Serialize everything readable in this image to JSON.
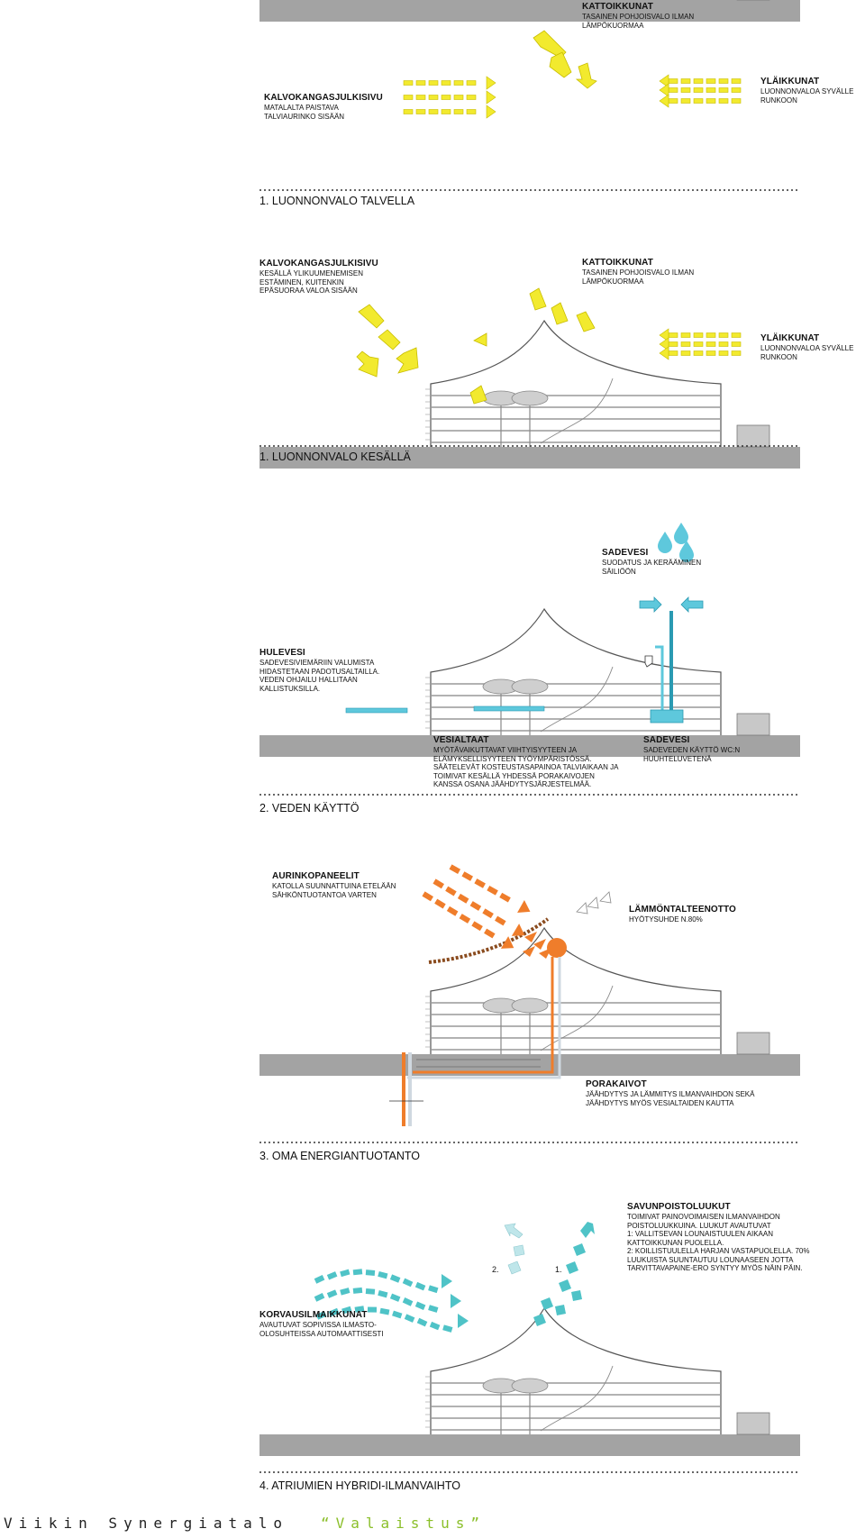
{
  "colors": {
    "ground": "#a3a3a3",
    "sunlight": "#f2ea2e",
    "sunlight_stroke": "#c8bd00",
    "water": "#5ec8dc",
    "water_dark": "#2a9ab2",
    "energy": "#ef7d2b",
    "air": "#4fc3c7",
    "air_light": "#bfe6ea",
    "footer_accent": "#8bbf2a"
  },
  "panels": [
    {
      "title": "1. LUONNONVALO TALVELLA",
      "labels": [
        {
          "heading": "KATTOIKKUNAT",
          "body": [
            "TASAINEN POHJOISVALO ILMAN",
            "LÄMPÖKUORMAA"
          ]
        },
        {
          "heading": "KALVOKANGASJULKISIVU",
          "body": [
            "MATALALTA PAISTAVA",
            "TALVIAURINKO SISÄÄN"
          ]
        },
        {
          "heading": "YLÄIKKUNAT",
          "body": [
            "LUONNONVALOA SYVÄLLE",
            "RUNKOON"
          ]
        }
      ]
    },
    {
      "title": "1. LUONNONVALO KESÄLLÄ",
      "labels": [
        {
          "heading": "KALVOKANGASJULKISIVU",
          "body": [
            "KESÄLLÄ YLIKUUMENEMISEN",
            "ESTÄMINEN, KUITENKIN",
            "EPÄSUORAA VALOA SISÄÄN"
          ]
        },
        {
          "heading": "KATTOIKKUNAT",
          "body": [
            "TASAINEN POHJOISVALO ILMAN",
            "LÄMPÖKUORMAA"
          ]
        },
        {
          "heading": "YLÄIKKUNAT",
          "body": [
            "LUONNONVALOA SYVÄLLE",
            "RUNKOON"
          ]
        }
      ]
    },
    {
      "title": "2. VEDEN KÄYTTÖ",
      "labels": [
        {
          "heading": "SADEVESI",
          "body": [
            "SUODATUS JA KERÄÄMINEN",
            "SÄILIÖÖN"
          ]
        },
        {
          "heading": "HULEVESI",
          "body": [
            "SADEVESIVIEMÄRIIN VALUMISTA",
            "HIDASTETAAN PADOTUSALTAILLA.",
            "VEDEN OHJAILU HALLITAAN",
            "KALLISTUKSILLA."
          ]
        },
        {
          "heading": "VESIALTAAT",
          "body": [
            "MYÖTÄVAIKUTTAVAT VIIHTYISYYTEEN JA",
            "ELÄMYKSELLISYYTEEN TYÖYMPÄRISTÖSSÄ.",
            "SÄÄTELEVÄT KOSTEUSTASAPAINOA TALVIAIKAAN JA",
            "TOIMIVAT KESÄLLÄ YHDESSÄ PORAKAIVOJEN",
            "KANSSA OSANA JÄÄHDYTYSJÄRJESTELMÄÄ."
          ]
        },
        {
          "heading": "SADEVESI",
          "body": [
            "SADEVEDEN KÄYTTÖ WC:N",
            "HUUHTELUVETENÄ"
          ]
        }
      ]
    },
    {
      "title": "3. OMA ENERGIANTUOTANTO",
      "labels": [
        {
          "heading": "AURINKOPANEELIT",
          "body": [
            "KATOLLA SUUNNATTUINA ETELÄÄN",
            "SÄHKÖNTUOTANTOA VARTEN"
          ]
        },
        {
          "heading": "LÄMMÖNTALTEENOTTO",
          "body": [
            "HYÖTYSUHDE N.80%"
          ]
        },
        {
          "heading": "PORAKAIVOT",
          "body": [
            "JÄÄHDYTYS JA LÄMMITYS ILMANVAIHDON SEKÄ",
            "JÄÄHDYTYS MYÖS VESIALTAIDEN KAUTTA"
          ]
        }
      ]
    },
    {
      "title": "4. ATRIUMIEN HYBRIDI-ILMANVAIHTO",
      "labels": [
        {
          "heading": "SAVUNPOISTOLUUKUT",
          "body": [
            "TOIMIVAT PAINOVOIMAISEN ILMANVAIHDON",
            "POISTOLUUKKUINA. LUUKUT AVAUTUVAT",
            "1: VALLITSEVAN LOUNAISTUULEN AIKAAN",
            "KATTOIKKUNAN PUOLELLA.",
            "2: KOILLISTUULELLA HARJAN VASTAPUOLELLA. 70%",
            "LUUKUISTA SUUNTAUTUU LOUNAASEEN JOTTA",
            "TARVITTAVAPAINE-ERO SYNTYY MYÖS NÄIN PÄIN."
          ]
        },
        {
          "heading": "KORVAUSILMAIKKUNAT",
          "body": [
            "AVAUTUVAT SOPIVISSA ILMASTO-",
            "OLOSUHTEISSA AUTOMAATTISESTI"
          ]
        }
      ],
      "markers": [
        "2.",
        "1."
      ]
    }
  ],
  "footer": {
    "left": "Viikin Synergiatalo",
    "right": "“Valaistus”"
  }
}
